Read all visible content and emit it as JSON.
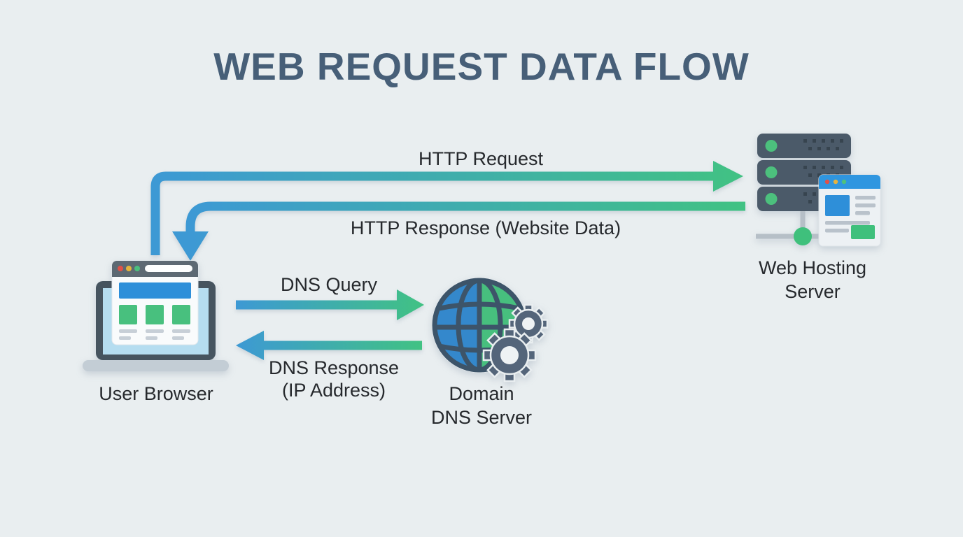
{
  "title": "WEB REQUEST DATA FLOW",
  "nodes": {
    "user_browser": {
      "label": "User Browser",
      "icon": "laptop-browser-icon"
    },
    "dns_server": {
      "label": "Domain\nDNS Server",
      "icon": "globe-gears-icon"
    },
    "web_hosting": {
      "label": "Web Hosting\nServer",
      "icon": "server-rack-icon"
    }
  },
  "flows": {
    "http_request": {
      "label": "HTTP Request",
      "from": "User Browser",
      "to": "Web Hosting Server"
    },
    "http_response": {
      "label": "HTTP Response (Website Data)",
      "from": "Web Hosting Server",
      "to": "User Browser"
    },
    "dns_query": {
      "label": "DNS Query",
      "from": "User Browser",
      "to": "Domain DNS Server"
    },
    "dns_response": {
      "label": "DNS Response\n(IP Address)",
      "from": "Domain DNS Server",
      "to": "User Browser"
    }
  },
  "colors": {
    "background": "#e9eef0",
    "title_text": "#475f78",
    "label_text": "#26292d",
    "arrow_gradient_blue": "#3d99d4",
    "arrow_gradient_green": "#41c283",
    "slate_dark": "#4b5a69",
    "icon_blue": "#2e8fd9",
    "icon_green": "#48c07e",
    "globe_blue": "#3488cc",
    "globe_green": "#47bf7e",
    "gear_slate": "#54657a"
  }
}
